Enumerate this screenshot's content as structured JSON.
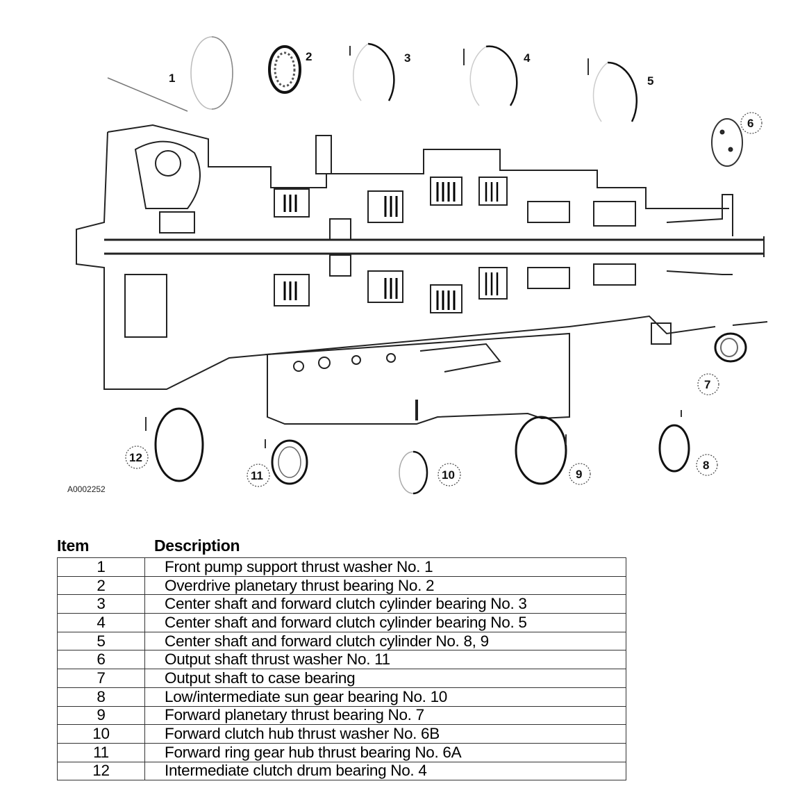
{
  "figure": {
    "id": "A0002252",
    "callouts": [
      "1",
      "2",
      "3",
      "4",
      "5",
      "6",
      "7",
      "8",
      "9",
      "10",
      "11",
      "12"
    ]
  },
  "legend": {
    "headers": {
      "item": "Item",
      "description": "Description"
    },
    "rows": [
      {
        "item": "1",
        "description": "Front pump support thrust washer No. 1"
      },
      {
        "item": "2",
        "description": "Overdrive planetary thrust bearing No. 2"
      },
      {
        "item": "3",
        "description": "Center shaft and forward clutch cylinder bearing No. 3"
      },
      {
        "item": "4",
        "description": "Center shaft and forward clutch cylinder bearing No. 5"
      },
      {
        "item": "5",
        "description": "Center shaft and forward clutch cylinder No. 8, 9"
      },
      {
        "item": "6",
        "description": "Output shaft thrust washer No. 11"
      },
      {
        "item": "7",
        "description": "Output shaft to case bearing"
      },
      {
        "item": "8",
        "description": "Low/intermediate sun gear bearing No. 10"
      },
      {
        "item": "9",
        "description": "Forward planetary thrust bearing No. 7"
      },
      {
        "item": "10",
        "description": "Forward clutch hub thrust washer No. 6B"
      },
      {
        "item": "11",
        "description": "Forward ring gear hub thrust bearing No. 6A"
      },
      {
        "item": "12",
        "description": "Intermediate clutch drum bearing No. 4"
      }
    ]
  }
}
